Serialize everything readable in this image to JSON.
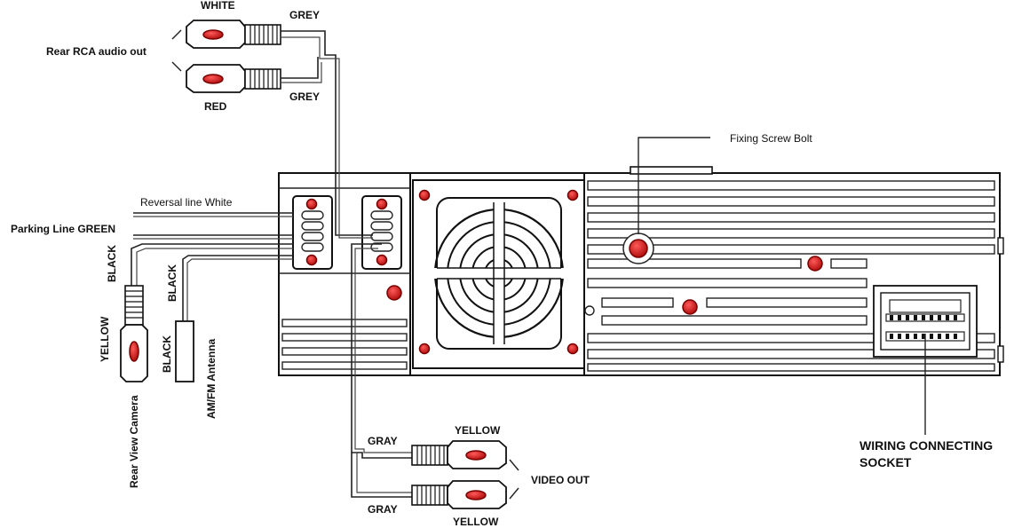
{
  "labels": {
    "white_top": "WHITE",
    "grey_top": "GREY",
    "grey_mid": "GREY",
    "red": "RED",
    "rear_rca": "Rear RCA audio out",
    "fixing_screw": "Fixing Screw Bolt",
    "reversal_line": "Reversal line White",
    "parking_line": "Parking Line GREEN",
    "black_camera": "BLACK",
    "black_antenna_top": "BLACK",
    "yellow_camera": "YELLOW",
    "black_antenna_side": "BLACK",
    "rear_view_camera": "Rear View Camera",
    "am_fm_antenna": "AM/FM  Antenna",
    "gray_top": "GRAY",
    "yellow_video_top": "YELLOW",
    "video_out": "VIDEO OUT",
    "gray_bottom": "GRAY",
    "yellow_video_bottom": "YELLOW",
    "wiring_socket_line1": "WIRING CONNECTING",
    "wiring_socket_line2": "SOCKET"
  },
  "colors": {
    "accent_red": "#d21f1f",
    "line": "#111111",
    "background": "#ffffff"
  }
}
